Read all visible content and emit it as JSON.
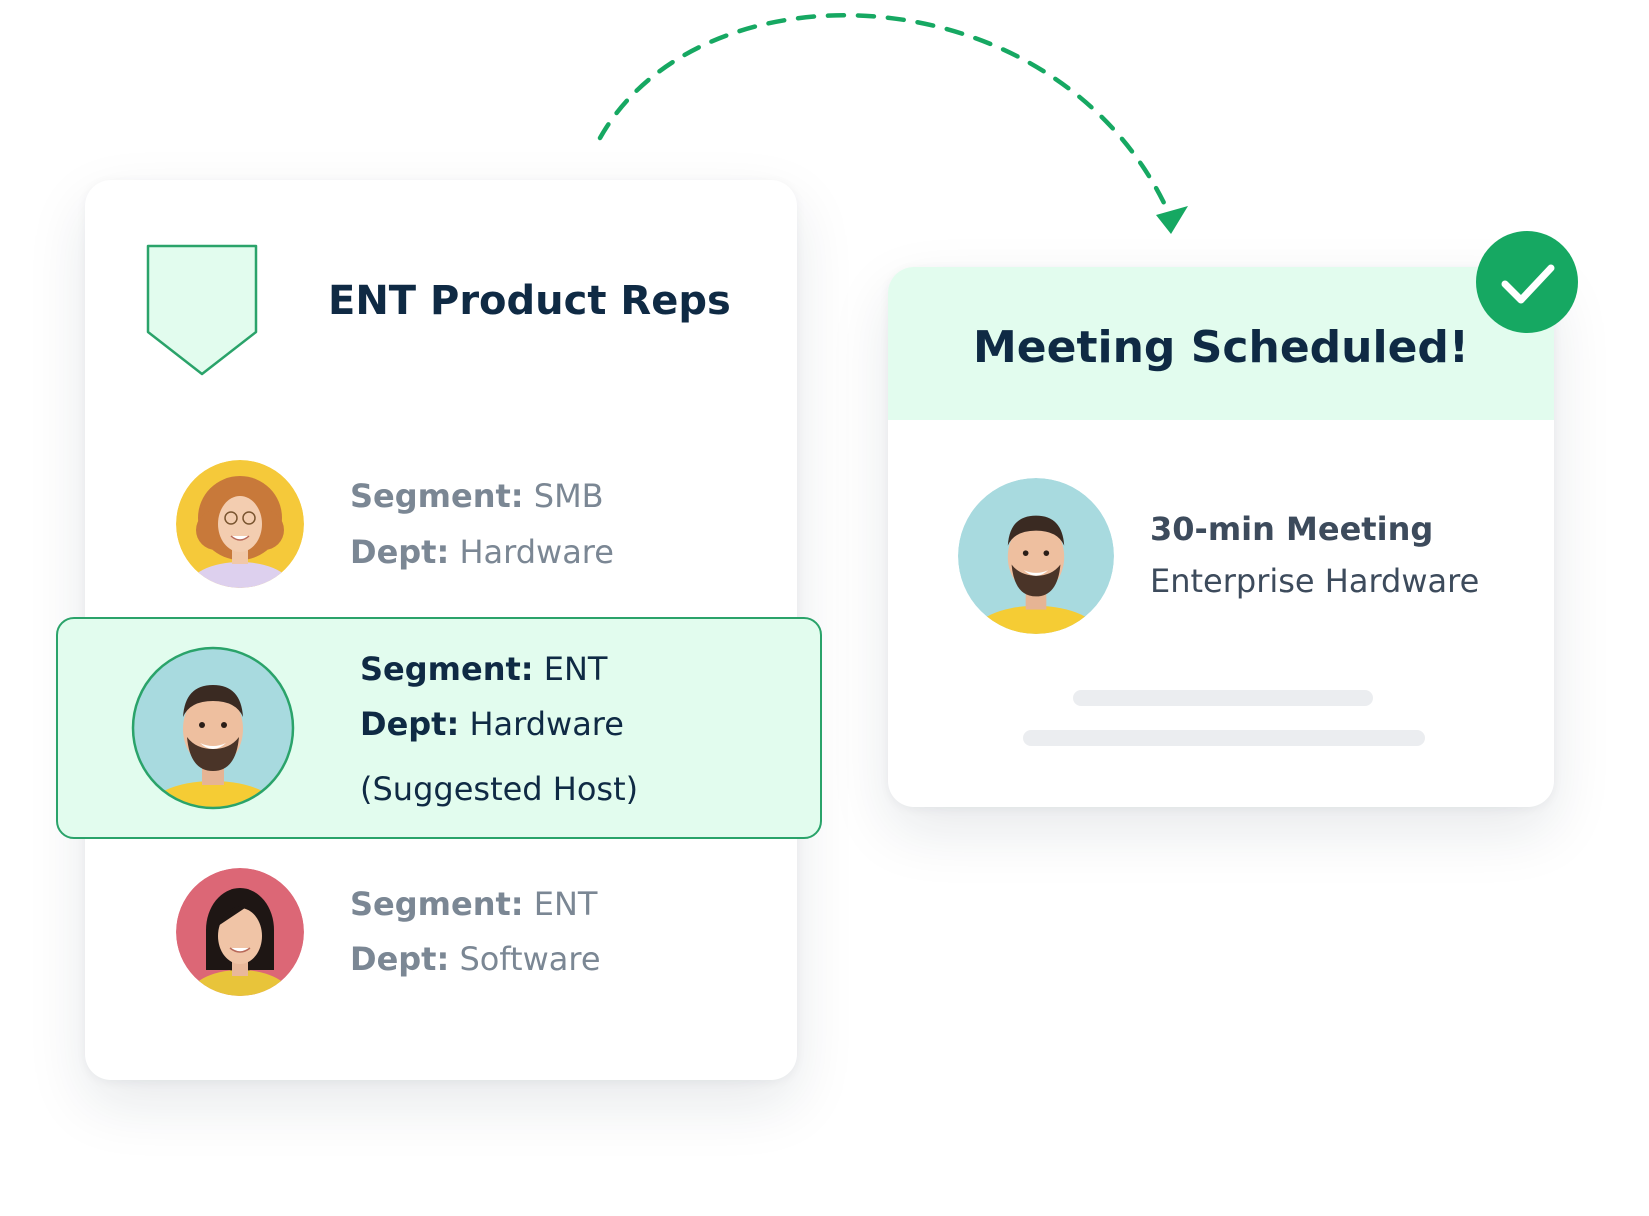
{
  "reps_card": {
    "title": "ENT Product Reps",
    "rows": [
      {
        "segment_label": "Segment:",
        "segment_value": "SMB",
        "dept_label": "Dept:",
        "dept_value": "Hardware",
        "suggested": ""
      },
      {
        "segment_label": "Segment:",
        "segment_value": "ENT",
        "dept_label": "Dept:",
        "dept_value": "Hardware",
        "suggested": "(Suggested Host)"
      },
      {
        "segment_label": "Segment:",
        "segment_value": "ENT",
        "dept_label": "Dept:",
        "dept_value": "Software",
        "suggested": ""
      }
    ]
  },
  "meeting_card": {
    "title": "Meeting Scheduled!",
    "meeting_name": "30-min Meeting",
    "meeting_dept": "Enterprise Hardware"
  },
  "icons": {
    "badge": "shield-badge-icon",
    "check": "check-circle-icon",
    "arrow": "dashed-curved-arrow-icon"
  },
  "colors": {
    "accent_green": "#16a862",
    "light_green": "#e2fcee",
    "navy": "#0f2a44",
    "gray_text": "#7b8794"
  }
}
